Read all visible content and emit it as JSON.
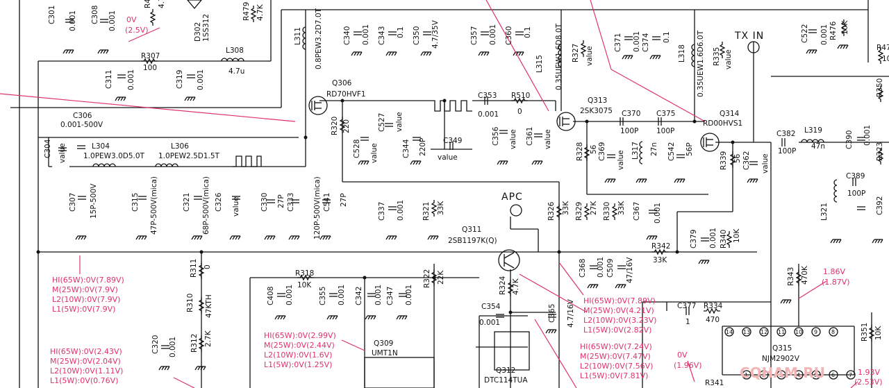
{
  "title": "",
  "labels": {
    "c301": "C301",
    "c301v": "0.001",
    "c308": "C308",
    "c308v": "0.001",
    "r4x": "R4",
    "r4xv": "4.7",
    "d302": "D302",
    "d302v": "1SS312",
    "r479": "R479",
    "r479v": "4.7K",
    "r307": "R307",
    "r307v": "100",
    "l308": "L308",
    "l308v": "4.7u",
    "c311": "C311",
    "c311v": "0.001",
    "c319": "C319",
    "c319v": "0.001",
    "c306": "C306",
    "c306v": "0.001-500V",
    "c304": "C304",
    "c304v": "value",
    "l304": "L304",
    "l304v": "1.0PEW3.0D5.0T",
    "l306": "L306",
    "l306v": "1.0PEW2.5D1.5T",
    "c307": "C307",
    "c307v": "15P-500V",
    "c315": "C315",
    "c315v": "47P-500V(mica)",
    "c321": "C321",
    "c321v": "68P-500V(mica)",
    "c326": "C326",
    "c326v": "value",
    "c330": "C330",
    "c330v": "27P",
    "c333": "C333",
    "c333v": "120P-500V(mica)",
    "c541": "C541",
    "c541v": "27P",
    "l311": "L311",
    "l311v": "0.8PEW3.2D7.0T",
    "q306": "Q306",
    "q306v": "RD70HVF1",
    "c340": "C340",
    "c340v": "0.001",
    "c343": "C343",
    "c343v": "0.1",
    "c350": "C350",
    "c350v": "4.7/35V",
    "c357": "C357",
    "c357v": "0.001",
    "c360": "C360",
    "c360v": "0.1",
    "l315": "L315",
    "l315v": "0.35UEW1.6D8.0T",
    "r327": "R327",
    "r327v": "value",
    "c371": "C371",
    "c371v": "0.001",
    "c374": "C374",
    "c374v": "0.1",
    "l318": "L318",
    "l318v": "0.35UEW1.6D6.0T",
    "r335": "R335",
    "r335v": "value",
    "txin": "TX IN",
    "c522": "C522",
    "c522v": "0.001",
    "r476": "R476",
    "r476v": "10K",
    "r47x": "R47",
    "r47xv": "10",
    "r320": "R320",
    "r320v": "220",
    "c527": "C527",
    "c527v": "value",
    "c528": "C528",
    "c528v": "value",
    "c344": "C344",
    "c344v": "220P",
    "c349": "C349",
    "c349v": "value",
    "c353": "C353",
    "c353v": "0.001",
    "r510": "R510",
    "r510v": "0",
    "c356": "C356",
    "c356v": "value",
    "c361": "C361",
    "c361v": "value",
    "q313": "Q313",
    "q313v": "2SK3075",
    "c370": "C370",
    "c370v": "100P",
    "c375": "C375",
    "c375v": "100P",
    "q314": "Q314",
    "q314v": "RD00HVS1",
    "r328": "R328",
    "r328v": "56",
    "c369": "C369",
    "c369v": "value",
    "l317": "L317",
    "l317v": "27n",
    "c542": "C542",
    "c542v": "56P",
    "r339": "R339",
    "r339v": "56",
    "c362": "C362",
    "c362v": "value",
    "c382": "C382",
    "c382v": "100P",
    "l319": "L319",
    "l319v": "47n",
    "c390": "C390",
    "c390v": "0.001",
    "r350": "R350",
    "r323": "R323",
    "c389": "C389",
    "c389v": "100P",
    "l321": "L321",
    "c392": "C392",
    "c337": "C337",
    "c337v": "0.001",
    "r321": "R321",
    "r321v": "33K",
    "apc": "APC",
    "q311": "Q311",
    "q311v": "2SB1197K(Q)",
    "r326": "R326",
    "r326v": "33K",
    "r329": "R329",
    "r329v": "27K",
    "r330": "R330",
    "r330v": "33K",
    "c367": "C367",
    "c367v": "0.001",
    "c379": "C379",
    "c379v": "0.001",
    "r340": "R340",
    "r340v": "10K",
    "r342": "R342",
    "r342v": "33K",
    "r311": "R311",
    "r311v": "0",
    "r318": "R318",
    "r318v": "10K",
    "r322": "R322",
    "r322v": "22K",
    "c408": "C408",
    "c408v": "0.001",
    "c355": "C355",
    "c355v": "0.001",
    "c342": "C342",
    "c342v": "0.001",
    "c347": "C347",
    "c347v": "0.001",
    "r324": "R324",
    "r324v": "4.7K",
    "c368": "C368",
    "c368v": "0.001",
    "c509": "C509",
    "c509v": "47/16V",
    "r343": "R343",
    "r343v": "470K",
    "r310": "R310",
    "r310v": "47KTH",
    "c354": "C354",
    "c354v": "0.001",
    "c365": "C365",
    "c365v": "4.7/16V",
    "c377": "C377",
    "c377v": "1",
    "r334": "R334",
    "r334v": "470",
    "r312": "R312",
    "r312v": "2.7K",
    "c320": "C320",
    "c320v": "0.001",
    "q309": "Q309",
    "q309v": "UMT1N",
    "q312": "Q312",
    "q312v": "DTC114TUA",
    "q315": "Q315",
    "q315v": "NJM2902V",
    "r351": "R351",
    "r351v": "10K",
    "r341": "R341"
  },
  "volts": {
    "v_top": "0V",
    "v_top2": "(2.5V)",
    "blk1": [
      "HI(65W):0V(7.89V)",
      "M(25W):0V(7.9V)",
      "L2(10W):0V(7.9V)",
      "L1(5W):0V(7.9V)"
    ],
    "blk2": [
      "HI(65W):0V(2.43V)",
      "M(25W):0V(2.04V)",
      "L2(10W):0V(1.11V)",
      "L1(5W):0V(0.76V)"
    ],
    "blk3": [
      "HI(65W):0V(2.99V)",
      "M(25W):0V(2.44V)",
      "L2(10W):0V(1.6V)",
      "L1(5W):0V(1.25V)"
    ],
    "blk4": [
      "HI(65W):0V(7.89V)",
      "M(25W):0V(4.21V)",
      "L2(10W):0V(3.23V)",
      "L1(5W):0V(2.82V)"
    ],
    "blk5": [
      "HI(65W):0V(7.24V)",
      "M(25W):0V(7.47V)",
      "L2(10W):0V(7.56V)",
      "L1(5W):0V(7.81V)"
    ],
    "v186": "1.86V",
    "v187": "(1.87V)",
    "v0b": "0V",
    "v196": "(1.96V)",
    "v193": "1.93V",
    "v253": "(2.53V)"
  },
  "pins_top": [
    "14",
    "13",
    "12",
    "11",
    "10",
    "9",
    "8"
  ],
  "pins_bot": [
    "1",
    "2",
    "3",
    "4",
    "5",
    "6",
    "7"
  ],
  "watermark": "CQHAM.RU",
  "colors": {
    "wire": "#111111",
    "annotation": "#e0306f",
    "watermark": "#f2b5b5"
  }
}
